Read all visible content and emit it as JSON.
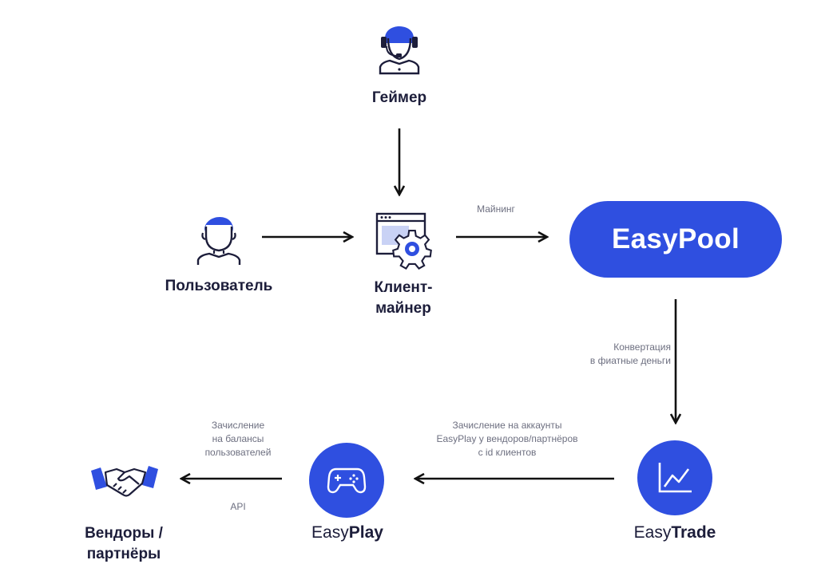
{
  "nodes": {
    "gamer": {
      "label": "Геймер"
    },
    "user": {
      "label": "Пользователь"
    },
    "client": {
      "line1": "Клиент-",
      "line2": "майнер"
    },
    "easypool": {
      "label": "EasyPool"
    },
    "easytrade": {
      "prefix": "Easy",
      "suffix": "Trade"
    },
    "easyplay": {
      "prefix": "Easy",
      "suffix": "Play"
    },
    "vendors": {
      "line1": "Вендоры /",
      "line2": "партнёры"
    }
  },
  "edges": {
    "mining": {
      "label": "Майнинг"
    },
    "conversion": {
      "line1": "Конвертация",
      "line2": "в фиатные деньги"
    },
    "accounts": {
      "line1": "Зачисление на аккаунты",
      "line2": "EasyPlay у вендоров/партнёров",
      "line3": "с id клиентов"
    },
    "balances": {
      "line1": "Зачисление",
      "line2": "на балансы",
      "line3": "пользователей"
    },
    "api": {
      "label": "API"
    }
  },
  "colors": {
    "brand_blue": "#2f4fe0",
    "text_dark": "#1c1d3a",
    "muted": "#6d6f80"
  },
  "icons": {
    "gamer": "gamer-headset-icon",
    "user": "user-icon",
    "client": "browser-gear-icon",
    "easytrade": "chart-line-icon",
    "easyplay": "gamepad-icon",
    "vendors": "handshake-icon"
  }
}
